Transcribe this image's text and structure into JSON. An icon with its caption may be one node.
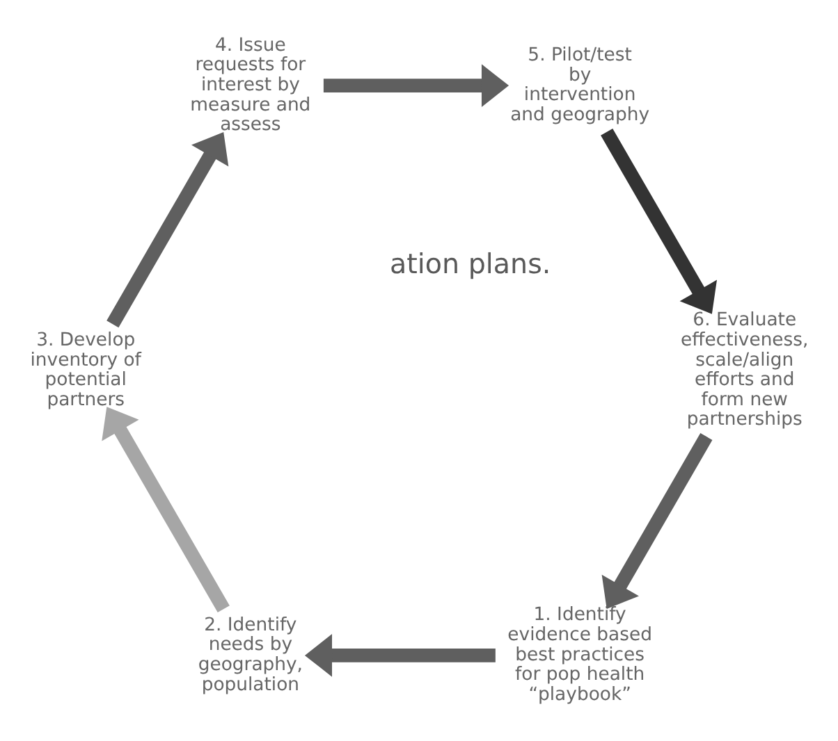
{
  "diagram": {
    "nodes": [
      {
        "text": [
          "1. Identify evidence based best practices for pop health “playbook”"
        ]
      },
      {
        "text": [
          "2. Identify needs by geography, population"
        ]
      },
      {
        "text": [
          "3. Develop inventory of potential partners"
        ]
      },
      {
        "text": [
          "4. Issue requests for interest by measure and assess"
        ]
      },
      {
        "text": [
          "5. Pilot/test by intervention and geography"
        ]
      },
      {
        "text": [
          "6. Evaluate effectiveness, scale/align efforts and form new partnerships"
        ]
      }
    ],
    "edges": [
      {
        "from": 0,
        "to": 1,
        "arrow": "to"
      },
      {
        "from": 1,
        "to": 2,
        "arrow": "to",
        "color": "#a6a6a6"
      },
      {
        "from": 2,
        "to": 3,
        "arrow": "to"
      },
      {
        "from": 3,
        "to": 4,
        "arrow": "to"
      },
      {
        "from": 4,
        "to": 5,
        "arrow": "to",
        "color": "#333333"
      },
      {
        "from": 5,
        "to": 0,
        "arrow": "to"
      }
    ],
    "labels": [
      "ation plans."
    ]
  }
}
